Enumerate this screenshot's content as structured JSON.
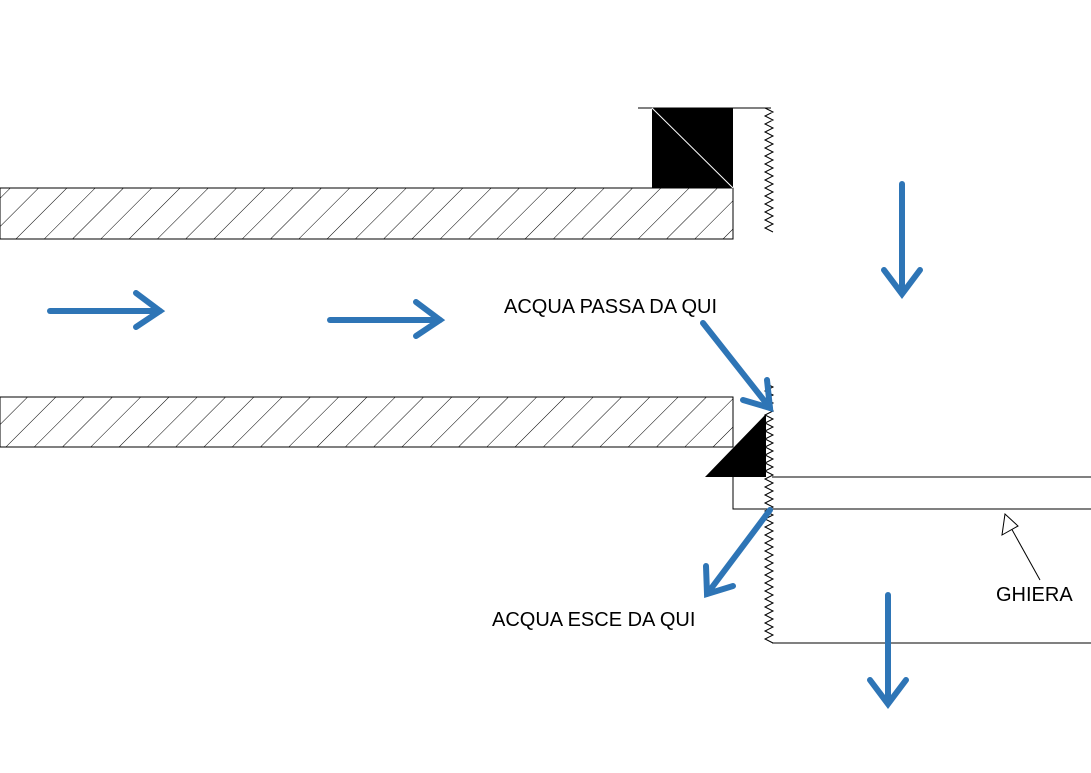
{
  "labels": {
    "water_in": "ACQUA PASSA DA QUI",
    "water_out": "ACQUA ESCE DA QUI",
    "ring_nut": "GHIERA"
  },
  "colors": {
    "flow_arrow": "#2E75B6",
    "outline": "#000000",
    "solid_block": "#000000",
    "background": "#FFFFFF"
  }
}
